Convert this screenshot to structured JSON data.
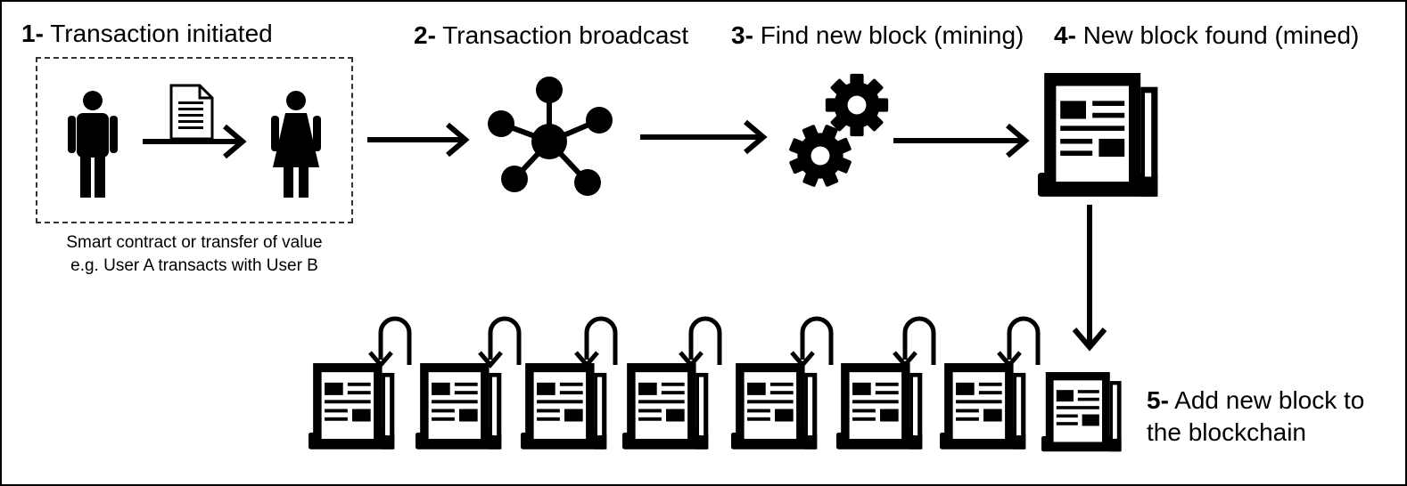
{
  "steps": [
    {
      "num": "1-",
      "text": "Transaction initiated"
    },
    {
      "num": "2-",
      "text": "Transaction broadcast"
    },
    {
      "num": "3-",
      "text": "Find new block (mining)"
    },
    {
      "num": "4-",
      "text": "New block found (mined)"
    },
    {
      "num": "5-",
      "text_line1": "Add new block to",
      "text_line2": "the blockchain"
    }
  ],
  "caption": {
    "line1": "Smart contract or transfer of value",
    "line2": "e.g. User A transacts with User B"
  },
  "icons": {
    "user_a": "man-icon",
    "document": "document-icon",
    "user_b": "woman-icon",
    "network": "network-hub-icon",
    "mining": "gears-icon",
    "block": "newspaper-block-icon"
  },
  "colors": {
    "ink": "#000000",
    "background": "#ffffff"
  }
}
